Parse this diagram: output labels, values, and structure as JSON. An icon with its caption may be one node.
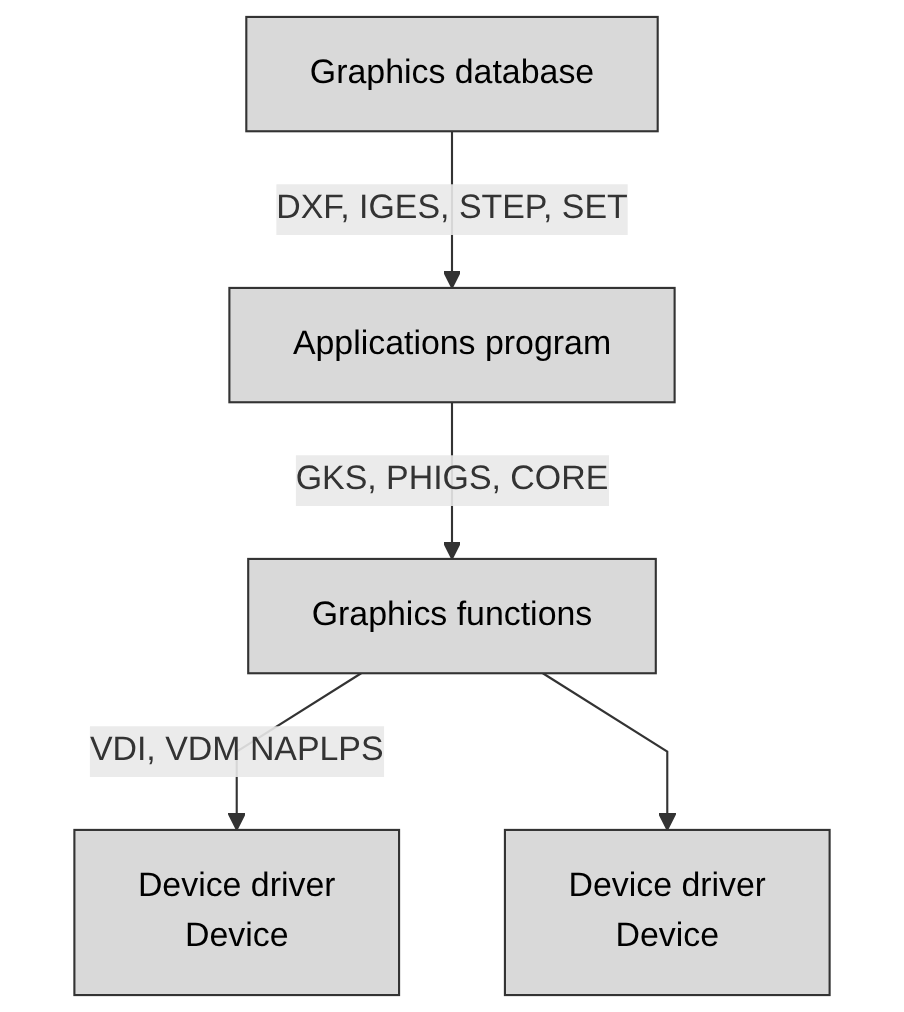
{
  "diagram": {
    "nodes": [
      {
        "text": [
          "Graphics database"
        ]
      },
      {
        "text": [
          "Applications program"
        ]
      },
      {
        "text": [
          "Graphics functions"
        ]
      },
      {
        "text": [
          "Device driver",
          "Device"
        ]
      },
      {
        "text": [
          "Device driver",
          "Device"
        ]
      }
    ],
    "edges": [
      {
        "from": 0,
        "to": 1,
        "arrow": "to",
        "label": "DXF, IGES, STEP, SET"
      },
      {
        "from": 1,
        "to": 2,
        "arrow": "to",
        "label": "GKS, PHIGS, CORE"
      },
      {
        "from": 2,
        "to": 3,
        "arrow": "to",
        "label": "VDI, VDM NAPLPS"
      },
      {
        "from": 2,
        "to": 4,
        "arrow": "to"
      }
    ]
  }
}
